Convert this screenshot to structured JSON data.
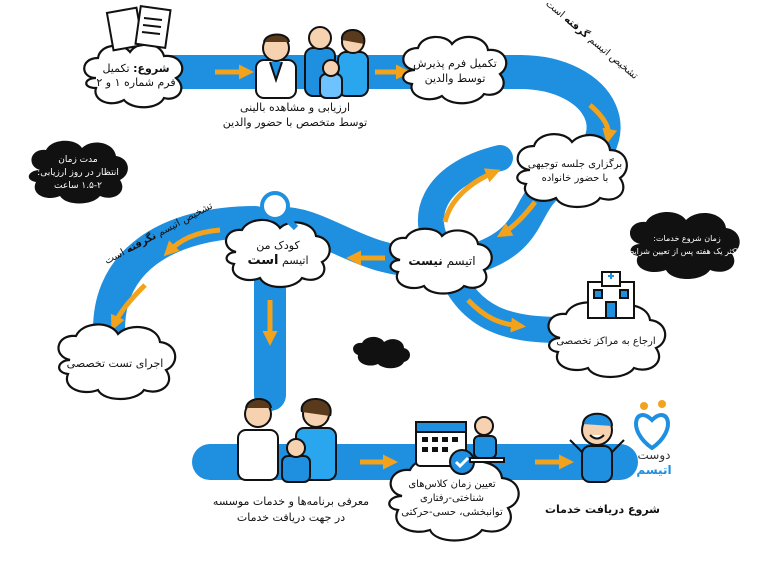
{
  "colors": {
    "path_blue": "#1f8fe0",
    "arrow_orange": "#f2a21b",
    "cloud_white": "#ffffff",
    "cloud_dark": "#111111",
    "outline": "#111111"
  },
  "nodes": {
    "start": {
      "bold": "شروع:",
      "line1": " تکمیل",
      "line2": "فرم شماره ۱ و ۲"
    },
    "evaluation": {
      "line1": "ارزیابی و مشاهده بالینی",
      "line2": "توسط متخصص با حضور والدین"
    },
    "intake_form": {
      "line1": "تکمیل فرم پذیرش",
      "line2": "توسط والدین"
    },
    "guidance_session": {
      "line1": "برگزاری جلسه توجیهی",
      "line2": "با حضور خانواده"
    },
    "not_autistic": {
      "text": "اتیسم ",
      "bold": "نیست"
    },
    "autistic": {
      "line1": "کودک من",
      "text": "اتیسم ",
      "bold": "است"
    },
    "specialized_test": {
      "text": "اجرای تست تخصصی"
    },
    "referral": {
      "text": "ارجاع به مراکز تخصصی"
    },
    "program_intro": {
      "line1": "معرفی برنامه‌ها و خدمات موسسه",
      "line2": "در جهت دریافت خدمات"
    },
    "class_schedule": {
      "line1": "تعیین زمان کلاس‌های",
      "line2": "شناختی-رفتاری",
      "line3": "توانبخشی، حسی-حرکتی"
    },
    "service_start": {
      "text": "شروع دریافت خدمات"
    }
  },
  "labels": {
    "diagnosed": {
      "pre": "تشخیص اتیسم ",
      "bold": "گرفته",
      "post": " است"
    },
    "not_diagnosed": {
      "pre": "تشخیص اتیسم ",
      "bold": "نگرفته",
      "post": " است"
    }
  },
  "info_clouds": {
    "wait_time": {
      "line1": "مدت زمان",
      "line2": "انتظار در روز ارزیابی:",
      "line3": "۱.۵-۲ ساعت"
    },
    "service_start_time": {
      "line1": "زمان شروع خدمات:",
      "line2": "حداکثر یک هفته پس از تعیین شرایط"
    }
  },
  "logo": {
    "line1": "دوست",
    "line2": "اتیسم"
  },
  "icons": [
    "documents-icon",
    "doctor-icon",
    "family-icon",
    "magnifier-icon",
    "hospital-icon",
    "family-group-icon",
    "calendar-icon",
    "therapist-child-icon",
    "happy-child-icon",
    "heart-logo-icon"
  ]
}
